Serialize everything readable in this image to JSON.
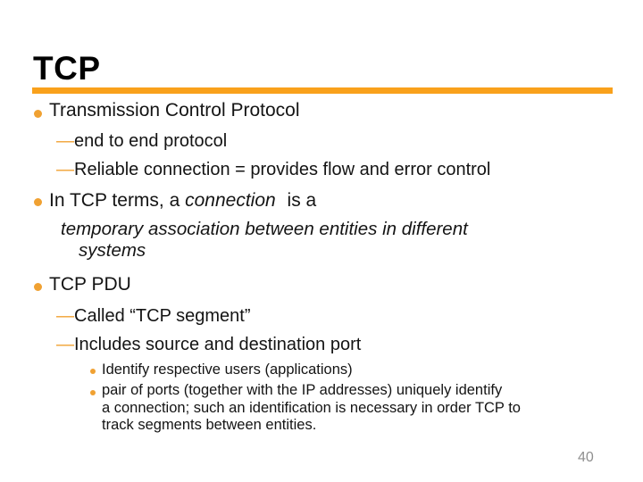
{
  "slide": {
    "title": "TCP",
    "page_number": "40",
    "colors": {
      "accent_rule": "#F9A11B",
      "bullet_orange": "#F0A132",
      "title_text": "#000000",
      "body_text": "#141414",
      "page_number_gray": "#8F8F8F"
    },
    "content": {
      "dash_glyph": "—",
      "bullet1": "Transmission Control Protocol",
      "bullet1_sub1": "end to end protocol",
      "bullet1_sub2": "Reliable connection = provides flow and error control",
      "bullet2_prefix": "In TCP terms, a ",
      "bullet2_italic": "connection",
      "bullet2_suffix": " is a",
      "bullet2_note_line1": "temporary association between entities in different",
      "bullet2_note_line2": "systems",
      "bullet3": "TCP PDU",
      "bullet3_sub1": "Called “TCP segment”",
      "bullet3_sub2": "Includes source and destination port",
      "bullet3_sub2_item1": "Identify respective users (applications)",
      "bullet3_sub2_item2_line1": "pair of ports (together with the IP addresses) uniquely identify",
      "bullet3_sub2_item2_line2": "a connection; such an identification is necessary in order TCP to",
      "bullet3_sub2_item2_line3": "track segments between entities."
    }
  }
}
